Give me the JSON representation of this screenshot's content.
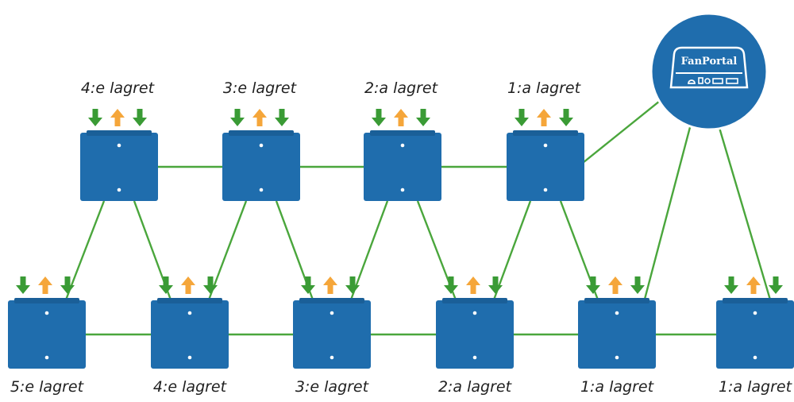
{
  "diagram": {
    "portal": {
      "label": "FanPortal"
    },
    "colors": {
      "node": "#1f6dad",
      "node_top": "#1a5f98",
      "line": "#4aa63c",
      "arrow_down": "#3a9b35",
      "arrow_up": "#f5a63a",
      "portal_fill": "#1f6dad"
    },
    "top_row": [
      {
        "id": "t1",
        "label": "4:e lagret"
      },
      {
        "id": "t2",
        "label": "3:e lagret"
      },
      {
        "id": "t3",
        "label": "2:a lagret"
      },
      {
        "id": "t4",
        "label": "1:a lagret"
      }
    ],
    "bottom_row": [
      {
        "id": "b1",
        "label": "5:e lagret"
      },
      {
        "id": "b2",
        "label": "4:e lagret"
      },
      {
        "id": "b3",
        "label": "3:e lagret"
      },
      {
        "id": "b4",
        "label": "2:a lagret"
      },
      {
        "id": "b5",
        "label": "1:a lagret"
      },
      {
        "id": "b6",
        "label": "1:a lagret"
      }
    ],
    "edges": [
      [
        "t1",
        "t2"
      ],
      [
        "t2",
        "t3"
      ],
      [
        "t3",
        "t4"
      ],
      [
        "b1",
        "b2"
      ],
      [
        "b2",
        "b3"
      ],
      [
        "b3",
        "b4"
      ],
      [
        "b4",
        "b5"
      ],
      [
        "b5",
        "b6"
      ],
      [
        "t1",
        "b1"
      ],
      [
        "t1",
        "b2"
      ],
      [
        "t2",
        "b2"
      ],
      [
        "t2",
        "b3"
      ],
      [
        "t3",
        "b3"
      ],
      [
        "t3",
        "b4"
      ],
      [
        "t4",
        "b4"
      ],
      [
        "t4",
        "b5"
      ],
      [
        "portal",
        "t4"
      ],
      [
        "portal",
        "b5"
      ],
      [
        "portal",
        "b6"
      ]
    ]
  }
}
